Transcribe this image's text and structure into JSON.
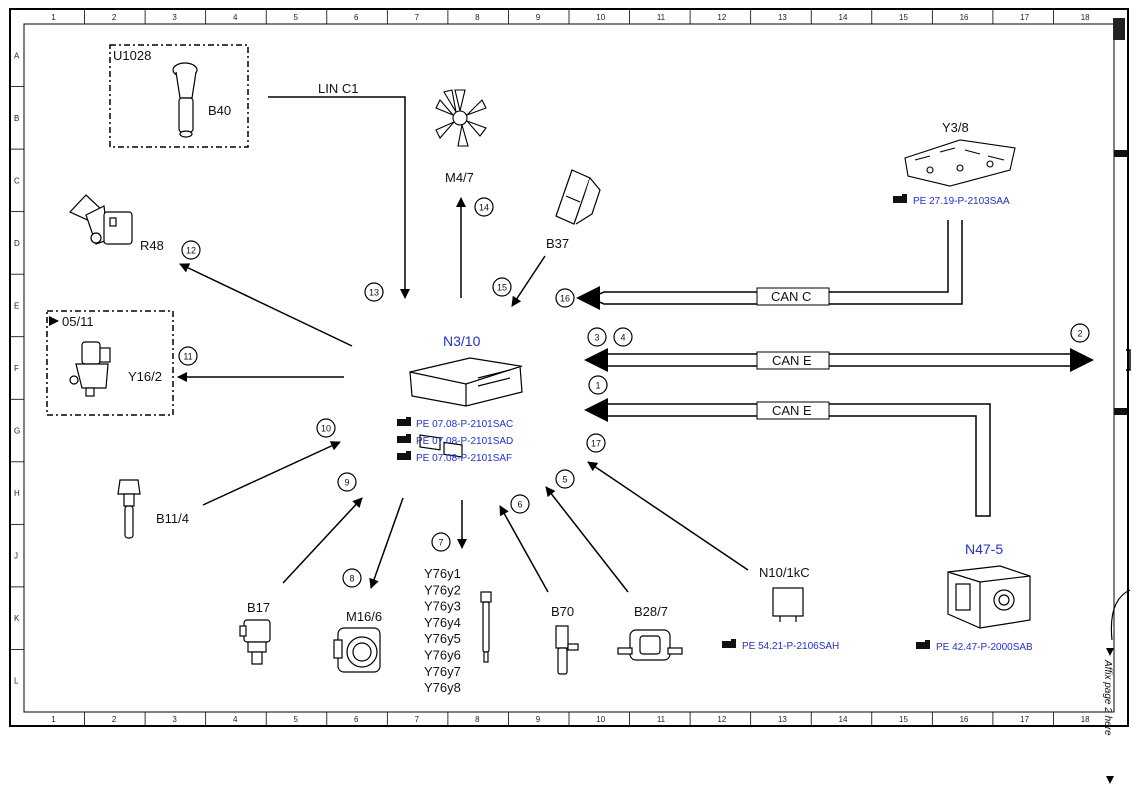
{
  "grid": {
    "columns": [
      "1",
      "2",
      "3",
      "4",
      "5",
      "6",
      "7",
      "8",
      "9",
      "10",
      "11",
      "12",
      "13",
      "14",
      "15",
      "16",
      "17",
      "18"
    ],
    "rows": [
      "A",
      "B",
      "C",
      "D",
      "E",
      "F",
      "G",
      "H",
      "J",
      "K",
      "L"
    ]
  },
  "center": {
    "label": "N3/10",
    "refs": [
      "PE 07.08-P-2101SAC",
      "PE 07.08-P-2101SAD",
      "PE 07.08-P-2101SAF"
    ]
  },
  "components": {
    "u1028": "U1028",
    "b40": "B40",
    "lin": "LIN C1",
    "m47": "M4/7",
    "b37": "B37",
    "y38": "Y3/8",
    "y38_ref": "PE 27.19-P-2103SAA",
    "r48": "R48",
    "y162_note": "05/11",
    "y162": "Y16/2",
    "b114": "B11/4",
    "b17": "B17",
    "m166": "M16/6",
    "y76": [
      "Y76y1",
      "Y76y2",
      "Y76y3",
      "Y76y4",
      "Y76y5",
      "Y76y6",
      "Y76y7",
      "Y76y8"
    ],
    "b70": "B70",
    "b287": "B28/7",
    "n101kc": "N10/1kC",
    "n101kc_ref": "PE 54.21-P-2106SAH",
    "n475": "N47-5",
    "n475_ref": "PE 42.47-P-2000SAB"
  },
  "buses": {
    "can_c": "CAN C",
    "can_e_top": "CAN E",
    "can_e_bottom": "CAN E"
  },
  "markers": [
    "1",
    "2",
    "3",
    "4",
    "5",
    "6",
    "7",
    "8",
    "9",
    "10",
    "11",
    "12",
    "13",
    "14",
    "15",
    "16",
    "17"
  ],
  "side_note": "Affix page 2 here"
}
